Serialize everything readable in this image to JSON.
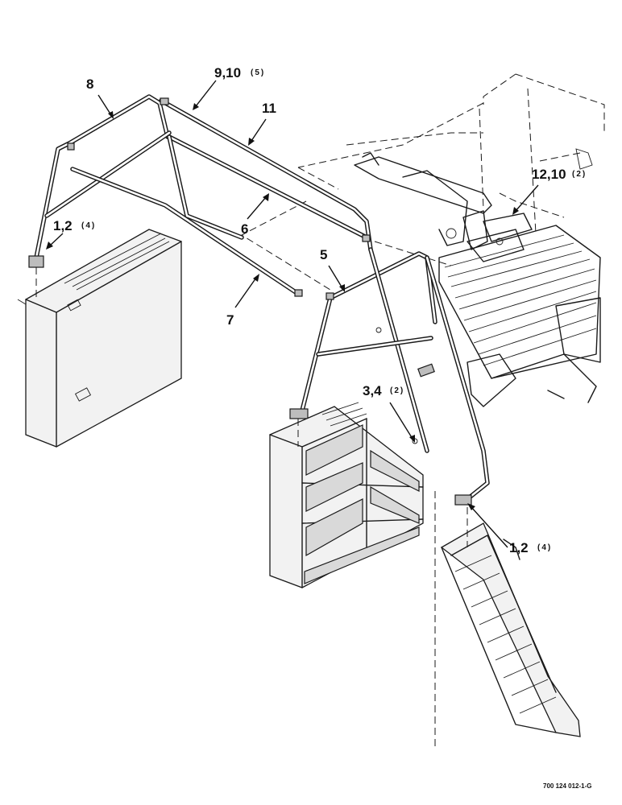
{
  "callouts": {
    "c8": "8",
    "c9_10": "9,10",
    "c9_10_qty": "(5)",
    "c11": "11",
    "c6": "6",
    "c12_10": "12,10",
    "c12_10_qty": "(2)",
    "c1_2_left": "1,2",
    "c1_2_left_qty": "(4)",
    "c5": "5",
    "c7": "7",
    "c3_4": "3,4",
    "c3_4_qty": "(2)",
    "c1_2_right": "1,2",
    "c1_2_right_qty": "(4)"
  },
  "figure_id": "700 124 012-1-G"
}
